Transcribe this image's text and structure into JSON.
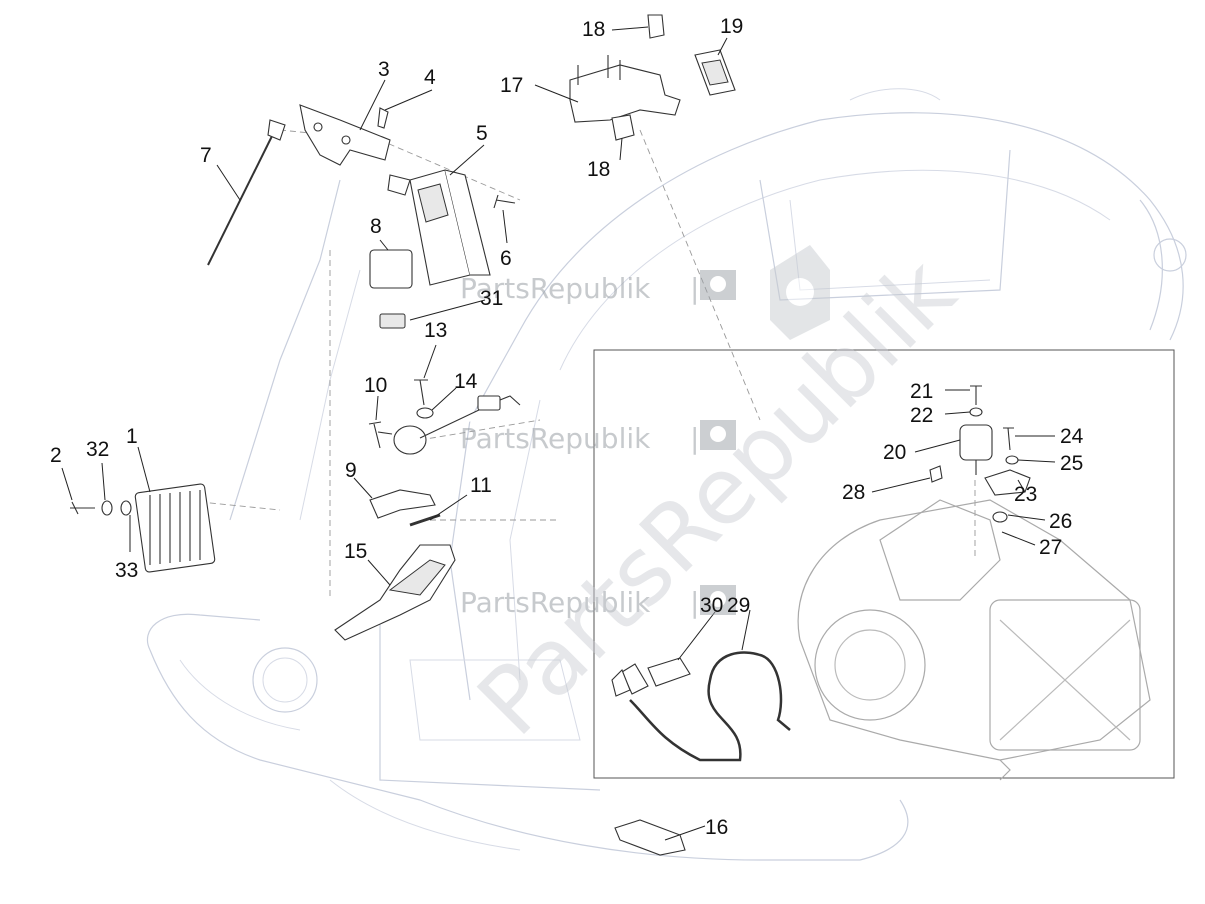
{
  "callouts": [
    {
      "id": "1",
      "label": "1"
    },
    {
      "id": "2",
      "label": "2"
    },
    {
      "id": "3",
      "label": "3"
    },
    {
      "id": "4",
      "label": "4"
    },
    {
      "id": "5",
      "label": "5"
    },
    {
      "id": "6",
      "label": "6"
    },
    {
      "id": "7",
      "label": "7"
    },
    {
      "id": "8",
      "label": "8"
    },
    {
      "id": "9",
      "label": "9"
    },
    {
      "id": "10",
      "label": "10"
    },
    {
      "id": "11",
      "label": "11"
    },
    {
      "id": "13",
      "label": "13"
    },
    {
      "id": "14",
      "label": "14"
    },
    {
      "id": "15",
      "label": "15"
    },
    {
      "id": "16",
      "label": "16"
    },
    {
      "id": "17",
      "label": "17"
    },
    {
      "id": "18a",
      "label": "18"
    },
    {
      "id": "18b",
      "label": "18"
    },
    {
      "id": "19",
      "label": "19"
    },
    {
      "id": "20",
      "label": "20"
    },
    {
      "id": "21",
      "label": "21"
    },
    {
      "id": "22",
      "label": "22"
    },
    {
      "id": "23",
      "label": "23"
    },
    {
      "id": "24",
      "label": "24"
    },
    {
      "id": "25",
      "label": "25"
    },
    {
      "id": "26",
      "label": "26"
    },
    {
      "id": "27",
      "label": "27"
    },
    {
      "id": "28",
      "label": "28"
    },
    {
      "id": "29",
      "label": "29"
    },
    {
      "id": "30",
      "label": "30"
    },
    {
      "id": "31",
      "label": "31"
    },
    {
      "id": "32",
      "label": "32"
    },
    {
      "id": "33",
      "label": "33"
    }
  ],
  "watermark": {
    "text": "PartsRepublik",
    "diagonal_text": "PartsRepublik",
    "separator": "|"
  },
  "colors": {
    "line": "#333333",
    "ghost": "#c9cfdd",
    "watermark": "#9aa0a6"
  }
}
